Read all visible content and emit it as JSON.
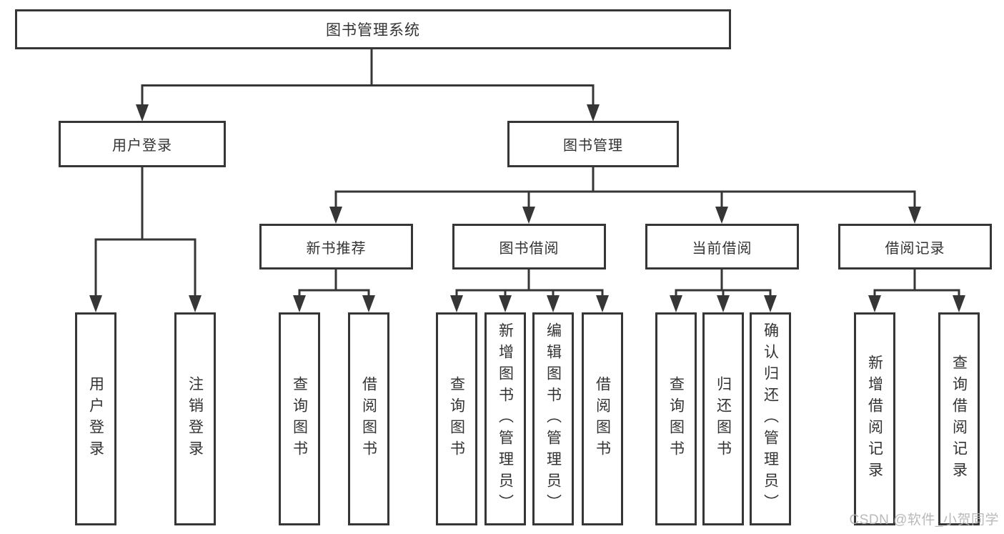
{
  "tree": {
    "label": "图书管理系统",
    "children": [
      {
        "label": "用户登录",
        "children": [
          {
            "label": "用户登录"
          },
          {
            "label": "注销登录"
          }
        ]
      },
      {
        "label": "图书管理",
        "children": [
          {
            "label": "新书推荐",
            "children": [
              {
                "label": "查询图书"
              },
              {
                "label": "借阅图书"
              }
            ]
          },
          {
            "label": "图书借阅",
            "children": [
              {
                "label": "查询图书"
              },
              {
                "label": "新增图书（管理员）"
              },
              {
                "label": "编辑图书（管理员）"
              },
              {
                "label": "借阅图书"
              }
            ]
          },
          {
            "label": "当前借阅",
            "children": [
              {
                "label": "查询图书"
              },
              {
                "label": "归还图书"
              },
              {
                "label": "确认归还（管理员）"
              }
            ]
          },
          {
            "label": "借阅记录",
            "children": [
              {
                "label": "新增借阅记录"
              },
              {
                "label": "查询借阅记录"
              }
            ]
          }
        ]
      }
    ]
  },
  "watermark": "CSDN @软件_小贺同学",
  "colors": {
    "line": "#363636",
    "text": "#333333",
    "background": "#ffffff",
    "watermark": "#b2b2b2"
  }
}
